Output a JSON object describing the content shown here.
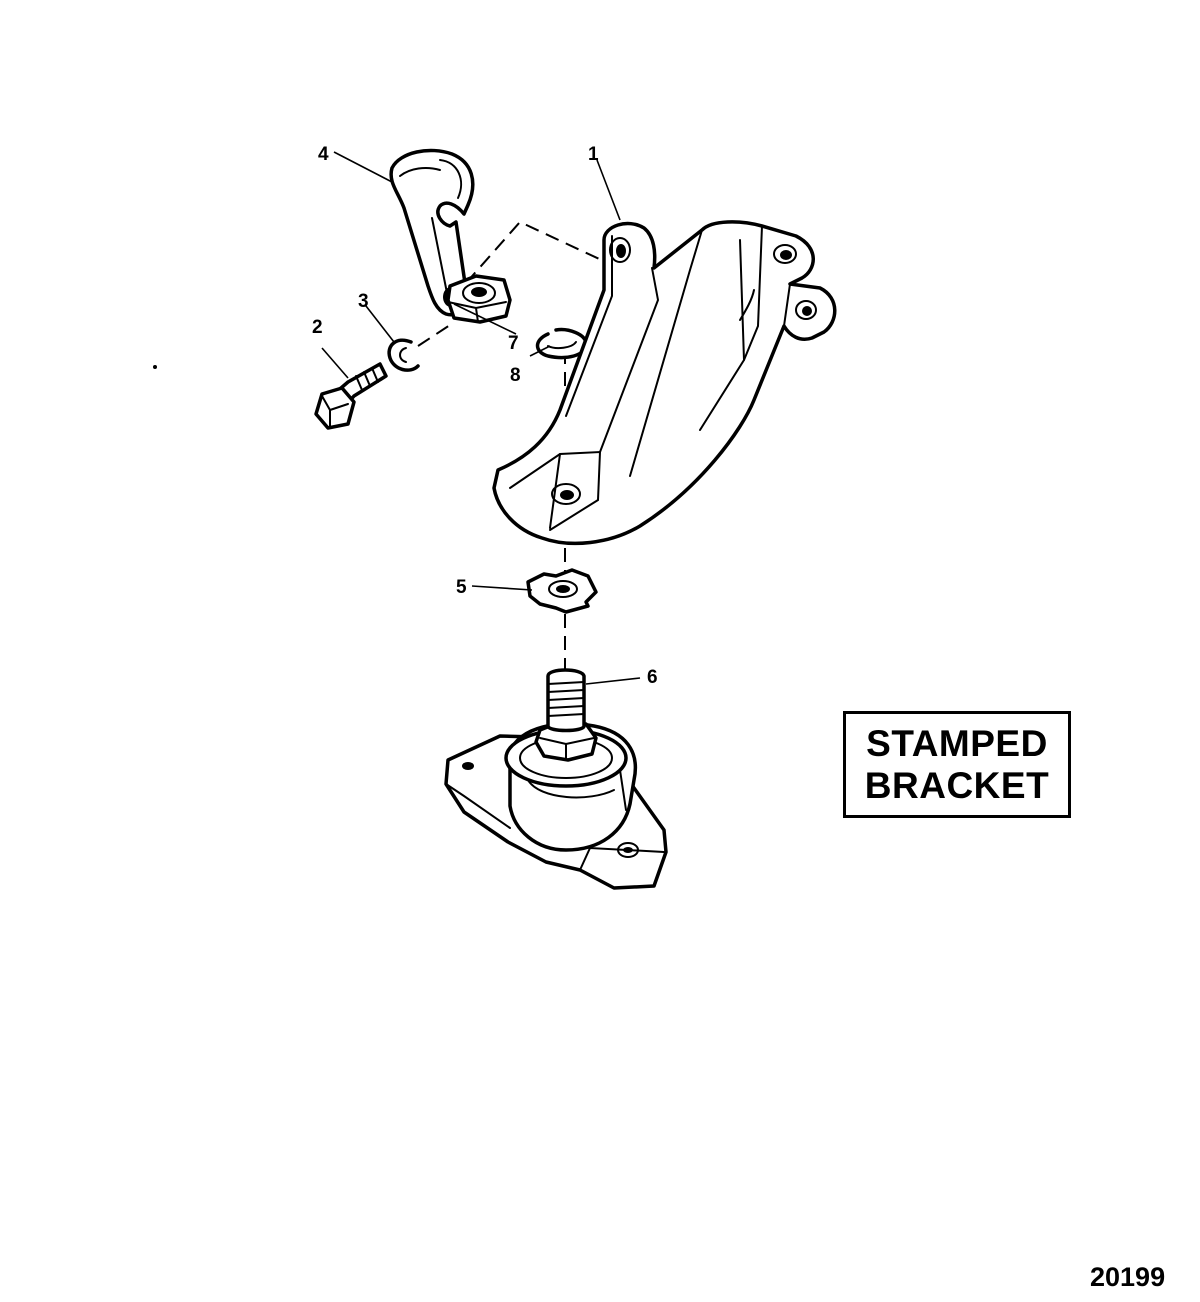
{
  "diagram": {
    "label_box": {
      "line1": "STAMPED",
      "line2": "BRACKET"
    },
    "figure_number": "20199",
    "callouts": [
      {
        "id": "1",
        "text": "1",
        "part": "mounting-bracket"
      },
      {
        "id": "2",
        "text": "2",
        "part": "bolt"
      },
      {
        "id": "3",
        "text": "3",
        "part": "lock-washer"
      },
      {
        "id": "4",
        "text": "4",
        "part": "hook-clip"
      },
      {
        "id": "5",
        "text": "5",
        "part": "tab-washer"
      },
      {
        "id": "6",
        "text": "6",
        "part": "engine-mount"
      },
      {
        "id": "7",
        "text": "7",
        "part": "nut"
      },
      {
        "id": "8",
        "text": "8",
        "part": "lock-washer"
      }
    ]
  }
}
